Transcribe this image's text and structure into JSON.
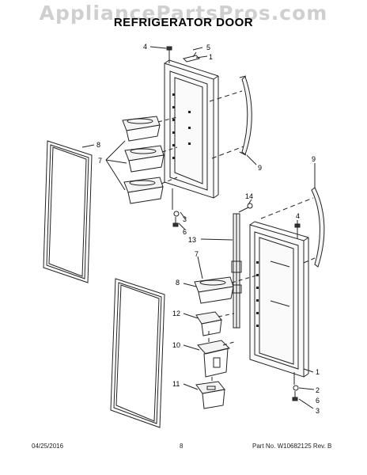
{
  "header": {
    "watermark": "AppliancePartsPros.com",
    "title": "REFRIGERATOR DOOR"
  },
  "callouts": {
    "c4a": "4",
    "c5": "5",
    "c1a": "1",
    "c8a": "8",
    "c7a": "7",
    "c9a": "9",
    "c3a": "3",
    "c6a": "6",
    "c14": "14",
    "c9b": "9",
    "c4b": "4",
    "c13": "13",
    "c7b": "7",
    "c8b": "8",
    "c12": "12",
    "c10": "10",
    "c11": "11",
    "c1b": "1",
    "c2": "2",
    "c6b": "6",
    "c3b": "3"
  },
  "footer": {
    "date": "04/25/2016",
    "page": "8",
    "part": "Part No. W10682125  Rev. B"
  }
}
